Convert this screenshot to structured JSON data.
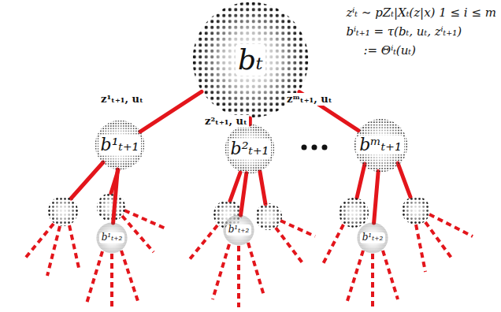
{
  "diagram": {
    "nodes": [
      {
        "text": [
          "bₜ"
        ]
      },
      {
        "text": [
          "b¹ₜ₊₁"
        ]
      },
      {
        "text": [
          "b²ₜ₊₁"
        ]
      },
      {
        "text": [
          "bᵐₜ₊₁"
        ]
      },
      {
        "text": [
          "b¹ₜ₊₂"
        ]
      },
      {
        "text": [
          "b¹ₜ₊₂"
        ]
      },
      {
        "text": [
          "b¹ₜ₊₂"
        ]
      }
    ],
    "edges": [
      {
        "from": 0,
        "to": 1,
        "arrow": "none",
        "label": "z¹ₜ₊₁, uₜ"
      },
      {
        "from": 0,
        "to": 2,
        "arrow": "none",
        "label": "z²ₜ₊₁, uₜ"
      },
      {
        "from": 0,
        "to": 3,
        "arrow": "none",
        "label": "zᵐₜ₊₁, uₜ"
      },
      {
        "from": 1,
        "to": 4,
        "arrow": "none"
      },
      {
        "from": 2,
        "to": 5,
        "arrow": "none"
      },
      {
        "from": 3,
        "to": 6,
        "arrow": "none"
      }
    ],
    "labels": [
      "zⁱₜ ∼ pZₜ|Xₜ(z|x) 1 ≤ i ≤ m",
      "bⁱₜ₊₁ = τ(bₜ, uₜ, zⁱₜ₊₁)",
      ":= Θⁱₜ(uₜ)"
    ]
  }
}
